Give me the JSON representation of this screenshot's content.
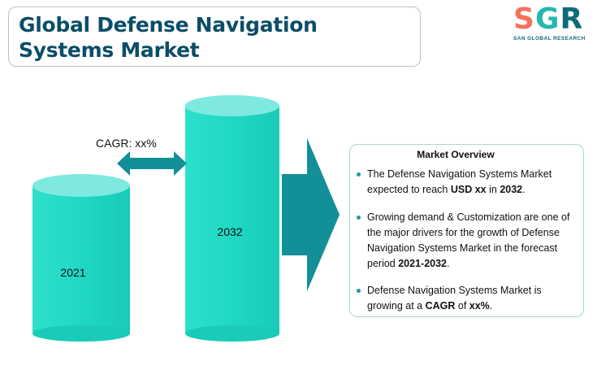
{
  "title": "Global Defense Navigation Systems Market",
  "logo": {
    "letters": [
      "S",
      "G",
      "R"
    ],
    "subtitle": "SAN GLOBAL RESEARCH"
  },
  "chart_data": {
    "type": "bar",
    "categories": [
      "2021",
      "2032"
    ],
    "annotation": "CAGR: xx%"
  },
  "overview": {
    "heading": "Market Overview",
    "items": [
      {
        "pre": "The Defense Navigation Systems Market expected to reach ",
        "b1": "USD xx",
        "mid": " in ",
        "b2": "2032",
        "post": "."
      },
      {
        "pre": "Growing demand & Customization are one of the major drivers for the growth of Defense Navigation Systems Market in the forecast period ",
        "b1": "2021-2032",
        "mid": "",
        "b2": "",
        "post": "."
      },
      {
        "pre": "Defense Navigation Systems Market is growing at a ",
        "b1": "CAGR",
        "mid": " of ",
        "b2": "xx%",
        "post": "."
      }
    ]
  },
  "colors": {
    "title": "#0b4d68",
    "cylinder_body": "#1fd8c4",
    "cylinder_top": "#7fe9df",
    "arrow": "#138f98"
  }
}
